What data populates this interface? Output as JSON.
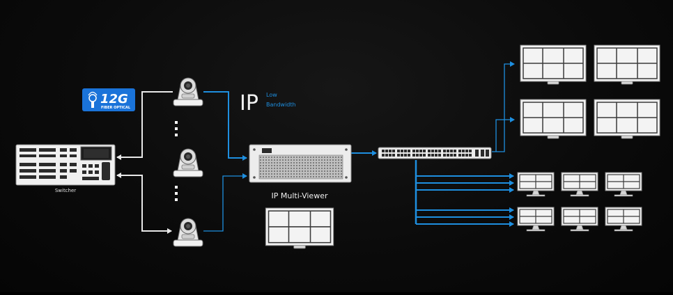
{
  "badge": {
    "main": "12G",
    "sub": "FIBER OPTICAL"
  },
  "ip": {
    "big": "IP",
    "line1": "Low",
    "line2": "Bandwidth"
  },
  "labels": {
    "switcher": "Switcher",
    "multiviewer": "IP Multi-Viewer"
  },
  "colors": {
    "accent": "#1e8fe0",
    "link_white": "#e8e8e8",
    "badge": "#1a73d9"
  },
  "icons": [
    "ptz-camera-icon",
    "video-switcher-icon",
    "ip-multiviewer-icon",
    "network-switch-icon",
    "video-wall-icon",
    "monitor-icon",
    "fiber-12g-icon"
  ]
}
